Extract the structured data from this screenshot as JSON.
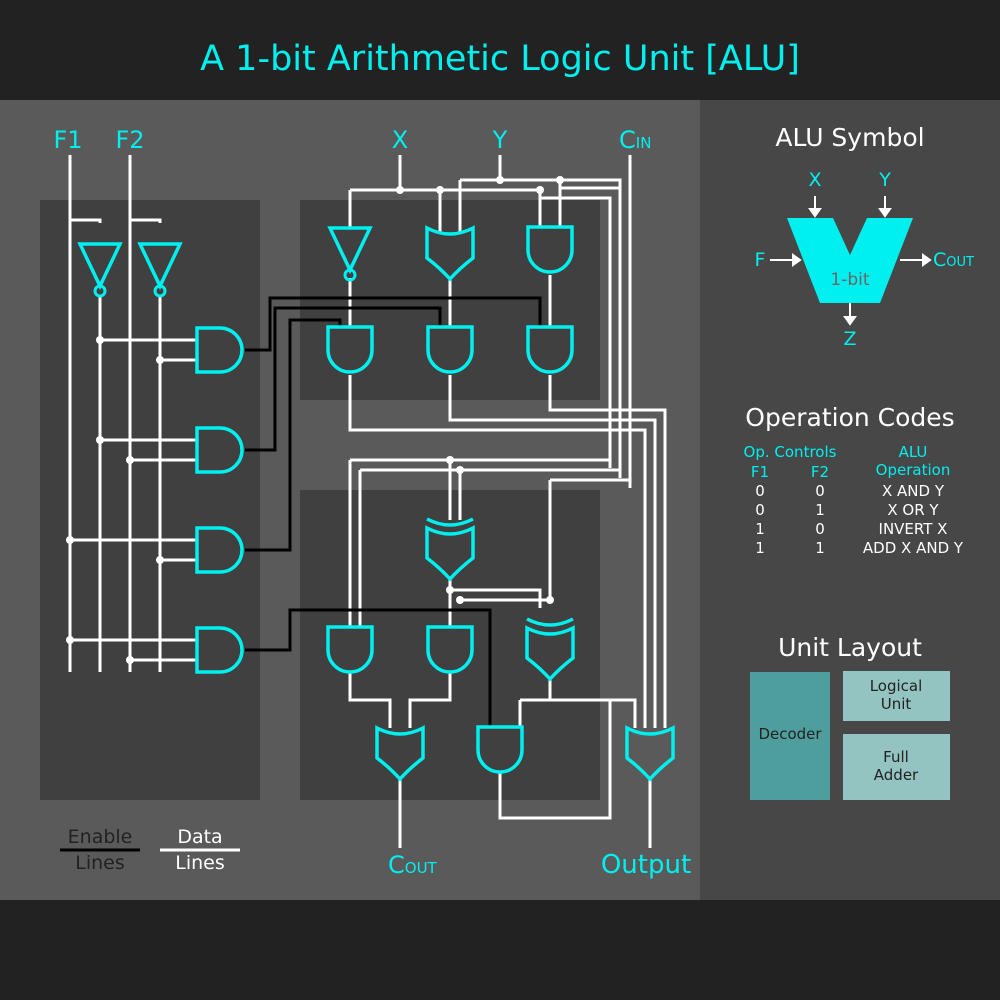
{
  "title": "A 1-bit Arithmetic Logic Unit [ALU]",
  "inputs": {
    "f1": "F1",
    "f2": "F2",
    "x": "X",
    "y": "Y",
    "cin_main": "C",
    "cin_sub": "IN"
  },
  "outputs": {
    "cout_main": "C",
    "cout_sub": "OUT",
    "output": "Output"
  },
  "legend": {
    "enable_1": "Enable",
    "enable_2": "Lines",
    "data_1": "Data",
    "data_2": "Lines"
  },
  "symbol": {
    "heading": "ALU Symbol",
    "x": "X",
    "y": "Y",
    "f": "F",
    "z": "Z",
    "cout_main": "C",
    "cout_sub": "OUT",
    "body": "1-bit"
  },
  "opcodes": {
    "heading": "Operation Codes",
    "controls_header": "Op. Controls",
    "alu_header_1": "ALU",
    "alu_header_2": "Operation",
    "col_f1": "F1",
    "col_f2": "F2",
    "rows": [
      {
        "f1": "0",
        "f2": "0",
        "op": "X AND Y"
      },
      {
        "f1": "0",
        "f2": "1",
        "op": "X OR Y"
      },
      {
        "f1": "1",
        "f2": "0",
        "op": "INVERT X"
      },
      {
        "f1": "1",
        "f2": "1",
        "op": "ADD X AND Y"
      }
    ]
  },
  "layout": {
    "heading": "Unit Layout",
    "decoder": "Decoder",
    "logical_1": "Logical",
    "logical_2": "Unit",
    "adder_1": "Full",
    "adder_2": "Adder"
  },
  "colors": {
    "accent": "#00f0f0",
    "wire": "#ffffff",
    "enable": "#000000",
    "panel": "#5a5a5a",
    "right_panel": "#474747",
    "block": "#404040",
    "header": "#222222",
    "decoder_box": "#4f9e9e",
    "unit_box": "#94c4c1"
  }
}
